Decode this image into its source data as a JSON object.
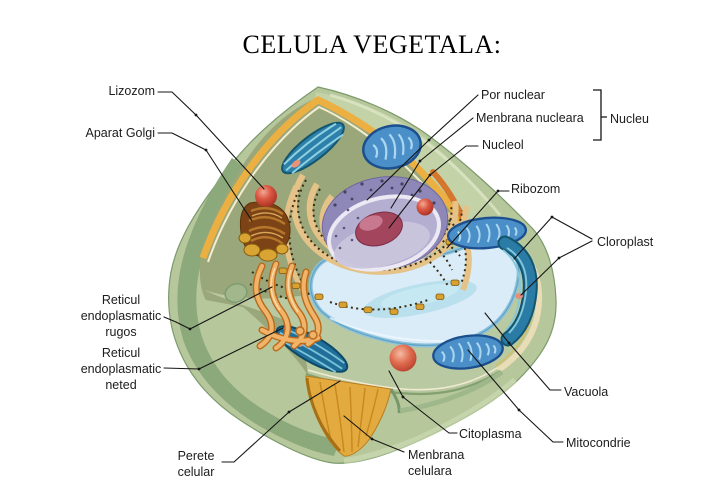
{
  "title": "CELULA VEGETALA:",
  "labels": {
    "lizozom": "Lizozom",
    "aparat_golgi": "Aparat Golgi",
    "reticul_rugos": [
      "Reticul",
      "endoplasmatic",
      "rugos"
    ],
    "reticul_neted": [
      "Reticul",
      "endoplasmatic",
      "neted"
    ],
    "perete_celular": [
      "Perete",
      "celular"
    ],
    "menbrana_celulara": [
      "Menbrana",
      "celulara"
    ],
    "citoplasma": "Citoplasma",
    "mitocondrie": "Mitocondrie",
    "vacuola": "Vacuola",
    "cloroplast": "Cloroplast",
    "ribozom": "Ribozom",
    "nucleol": "Nucleol",
    "menbrana_nucleara": "Menbrana nucleara",
    "por_nuclear": "Por nuclear",
    "nucleu": "Nucleu"
  },
  "colors": {
    "background": "#ffffff",
    "ink": "#1c1c1c",
    "cell_wall": "#b6c79b",
    "wall_shade": "#8ca97b",
    "interior_olive": "#9aa77a",
    "floor_green": "#b9c9a2",
    "membrane_yellow": "#ecb042",
    "wedge_gold": "#e3ab3f",
    "nucleus_purple": "#8e88b8",
    "nucleus_face": "#b4afd1",
    "nucleolus_red": "#a4455e",
    "er_tan": "#e4c288",
    "golgi_brown": "#7c4416",
    "smooth_er_orange": "#f0b368",
    "lysosome_red": "#cf4634",
    "chloroplast_teal": "#2a7ba5",
    "mitochondria_blue": "#4a8fc8",
    "vacuole_blue": "#daecf8"
  }
}
